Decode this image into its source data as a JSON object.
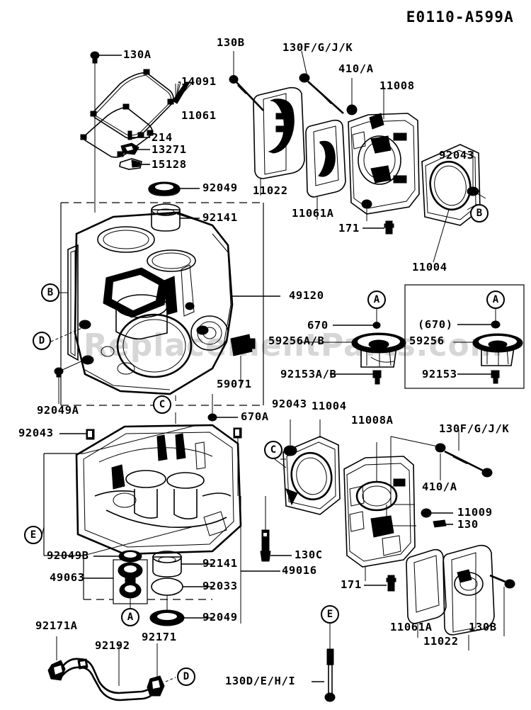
{
  "diagram": {
    "title": "E0110-A599A",
    "watermark": "ReplacementParts.com",
    "type": "exploded-parts-diagram",
    "subject": "Engine crankcase and cylinder assembly"
  },
  "labels": {
    "l130A": "130A",
    "l14091": "14091",
    "l11061": "11061",
    "l214": "214",
    "l13271": "13271",
    "l15128": "15128",
    "l92049_top": "92049",
    "l92141_top": "92141",
    "l130B_top": "130B",
    "l130FGJK_top": "130F/G/J/K",
    "l410A_top": "410/A",
    "l11008": "11008",
    "l92043_tr": "92043",
    "l11022_top": "11022",
    "l11061A_top": "11061A",
    "l171_top": "171",
    "l11004_top": "11004",
    "l49120": "49120",
    "l670": "670",
    "l59256AB": "59256A/B",
    "l92153AB": "92153A/B",
    "l670_box": "(670)",
    "l59256": "59256",
    "l92153": "92153",
    "l59071": "59071",
    "l92049A": "92049A",
    "l92043_l": "92043",
    "l670A": "670A",
    "l92043_c": "92043",
    "l11004_b": "11004",
    "l11008A": "11008A",
    "l130FGJK_b": "130F/G/J/K",
    "l410A_b": "410/A",
    "l11009": "11009",
    "l130": "130",
    "l130C": "130C",
    "l49016": "49016",
    "l92049B": "92049B",
    "l49063": "49063",
    "l92141_b": "92141",
    "l92033": "92033",
    "l92049_b": "92049",
    "l171_b": "171",
    "l11061A_b": "11061A",
    "l11022_b": "11022",
    "l130B_b": "130B",
    "l92171A": "92171A",
    "l92192": "92192",
    "l92171": "92171",
    "l130DEHI": "130D/E/H/I"
  },
  "bubbles": {
    "b_mid_left": "B",
    "d_mid_left": "D",
    "c_center": "C",
    "b_upper_right": "B",
    "a_mid": "A",
    "a_box": "A",
    "c_lower": "C",
    "e_lower_left": "E",
    "a_lower": "A",
    "d_bottom": "D",
    "e_bottom": "E"
  }
}
